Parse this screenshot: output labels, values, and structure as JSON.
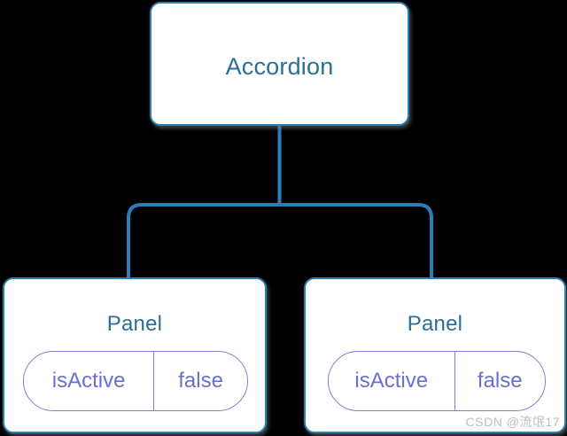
{
  "diagram": {
    "type": "component-tree",
    "background_color": "#000000",
    "node_border_color": "#2a7fb8",
    "node_title_color": "#2a6f97",
    "connector_color": "#2a7fb8",
    "pill_border_color": "#7b7fd4",
    "pill_text_color": "#6b6fd0",
    "root": {
      "name": "accordion-node",
      "title": "Accordion"
    },
    "children": [
      {
        "name": "panel-node-left",
        "title": "Panel",
        "attribute": {
          "key": "isActive",
          "value": "false"
        }
      },
      {
        "name": "panel-node-right",
        "title": "Panel",
        "attribute": {
          "key": "isActive",
          "value": "false"
        }
      }
    ]
  },
  "watermark": {
    "text": "CSDN @流氓17"
  }
}
